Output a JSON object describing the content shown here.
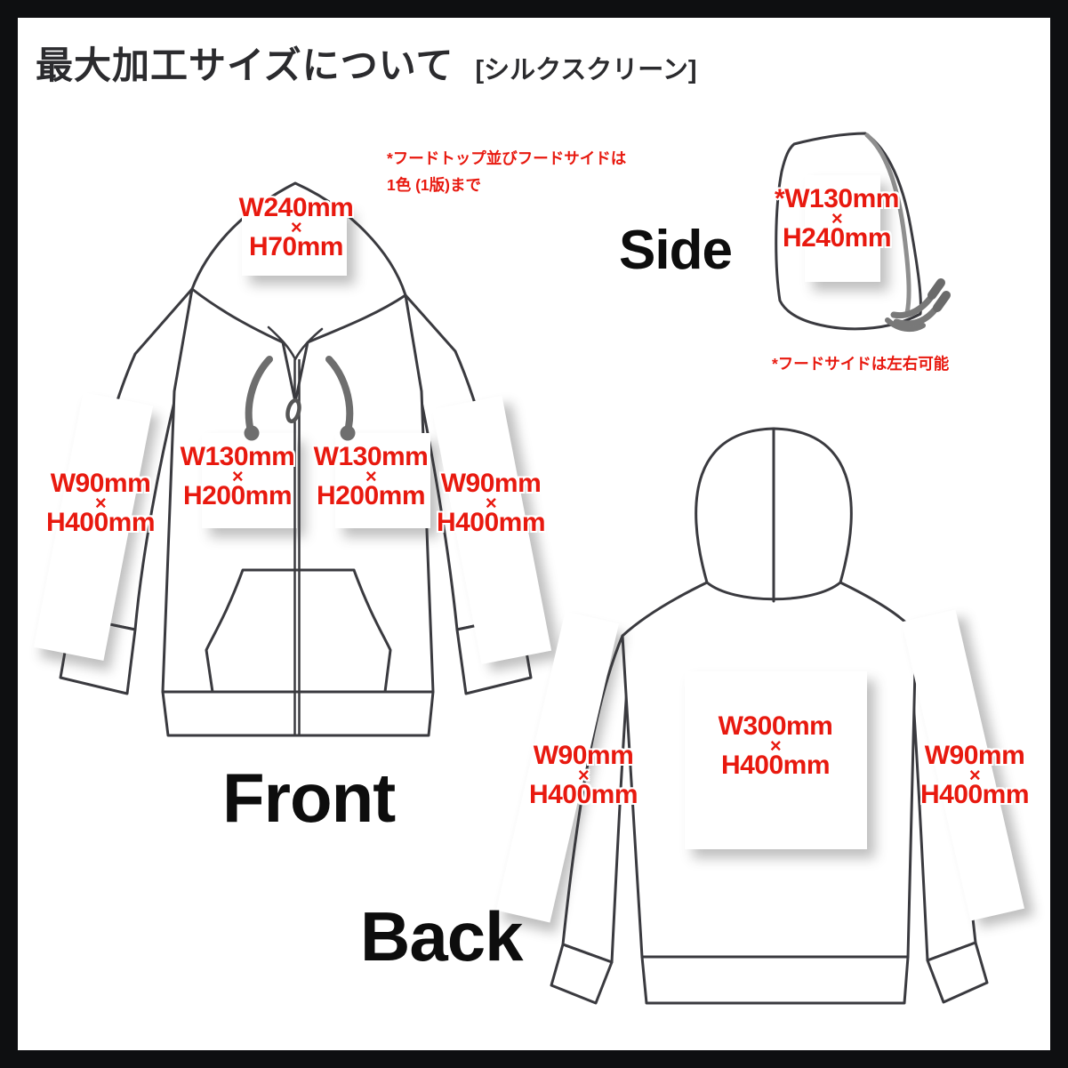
{
  "header": {
    "title": "最大加工サイズについて",
    "subtitle": "[シルクスクリーン]"
  },
  "notes": {
    "hood_note_line1": "*フードトップ並びフードサイドは",
    "hood_note_line2": "1色 (1版)まで",
    "side_note": "*フードサイドは左右可能"
  },
  "views": {
    "front": "Front",
    "side": "Side",
    "back": "Back"
  },
  "print_areas": {
    "hood_top": {
      "width": "W240mm",
      "times": "×",
      "height": "H70mm"
    },
    "front_left_chest": {
      "width": "W130mm",
      "times": "×",
      "height": "H200mm"
    },
    "front_right_chest": {
      "width": "W130mm",
      "times": "×",
      "height": "H200mm"
    },
    "front_left_sleeve": {
      "width": "W90mm",
      "times": "×",
      "height": "H400mm"
    },
    "front_right_sleeve": {
      "width": "W90mm",
      "times": "×",
      "height": "H400mm"
    },
    "side_hood": {
      "width": "*W130mm",
      "times": "×",
      "height": "H240mm"
    },
    "back_body": {
      "width": "W300mm",
      "times": "×",
      "height": "H400mm"
    },
    "back_left_sleeve": {
      "width": "W90mm",
      "times": "×",
      "height": "H400mm"
    },
    "back_right_sleeve": {
      "width": "W90mm",
      "times": "×",
      "height": "H400mm"
    }
  },
  "colors": {
    "accent_red": "#e8190f",
    "outline": "#3a3a3f",
    "cord_gray": "#6e6e6e",
    "frame_black": "#0e0f11"
  }
}
